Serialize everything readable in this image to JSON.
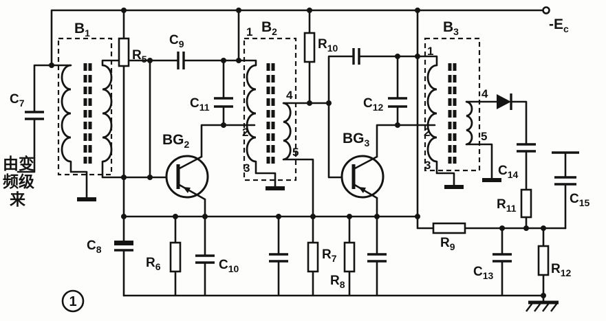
{
  "figure_label": "1",
  "power_label": {
    "p": "-E",
    "s": "c"
  },
  "input_text": {
    "l1": "由变",
    "l2": "频级",
    "l3": "来"
  },
  "labels": {
    "b1": {
      "p": "B",
      "s": "1"
    },
    "b2": {
      "p": "B",
      "s": "2"
    },
    "b3": {
      "p": "B",
      "s": "3"
    },
    "c7": {
      "p": "C",
      "s": "7"
    },
    "c8": {
      "p": "C",
      "s": "8"
    },
    "c9": {
      "p": "C",
      "s": "9"
    },
    "c10": {
      "p": "C",
      "s": "10"
    },
    "c11": {
      "p": "C",
      "s": "11"
    },
    "c12": {
      "p": "C",
      "s": "12"
    },
    "c13": {
      "p": "C",
      "s": "13"
    },
    "c14": {
      "p": "C",
      "s": "14"
    },
    "c15": {
      "p": "C",
      "s": "15"
    },
    "r5": {
      "p": "R",
      "s": "5"
    },
    "r6": {
      "p": "R",
      "s": "6"
    },
    "r7": {
      "p": "R",
      "s": "7"
    },
    "r8": {
      "p": "R",
      "s": "8"
    },
    "r9": {
      "p": "R",
      "s": "9"
    },
    "r10": {
      "p": "R",
      "s": "10"
    },
    "r11": {
      "p": "R",
      "s": "11"
    },
    "r12": {
      "p": "R",
      "s": "12"
    },
    "bg2": {
      "p": "BG",
      "s": "2"
    },
    "bg3": {
      "p": "BG",
      "s": "3"
    }
  },
  "pins": {
    "b2": {
      "p1": "1",
      "p2": "2",
      "p3": "3",
      "p4": "4",
      "p5": "5"
    },
    "b3": {
      "p1": "1",
      "p2": "2",
      "p3": "3",
      "p4": "4",
      "p5": "5"
    }
  }
}
